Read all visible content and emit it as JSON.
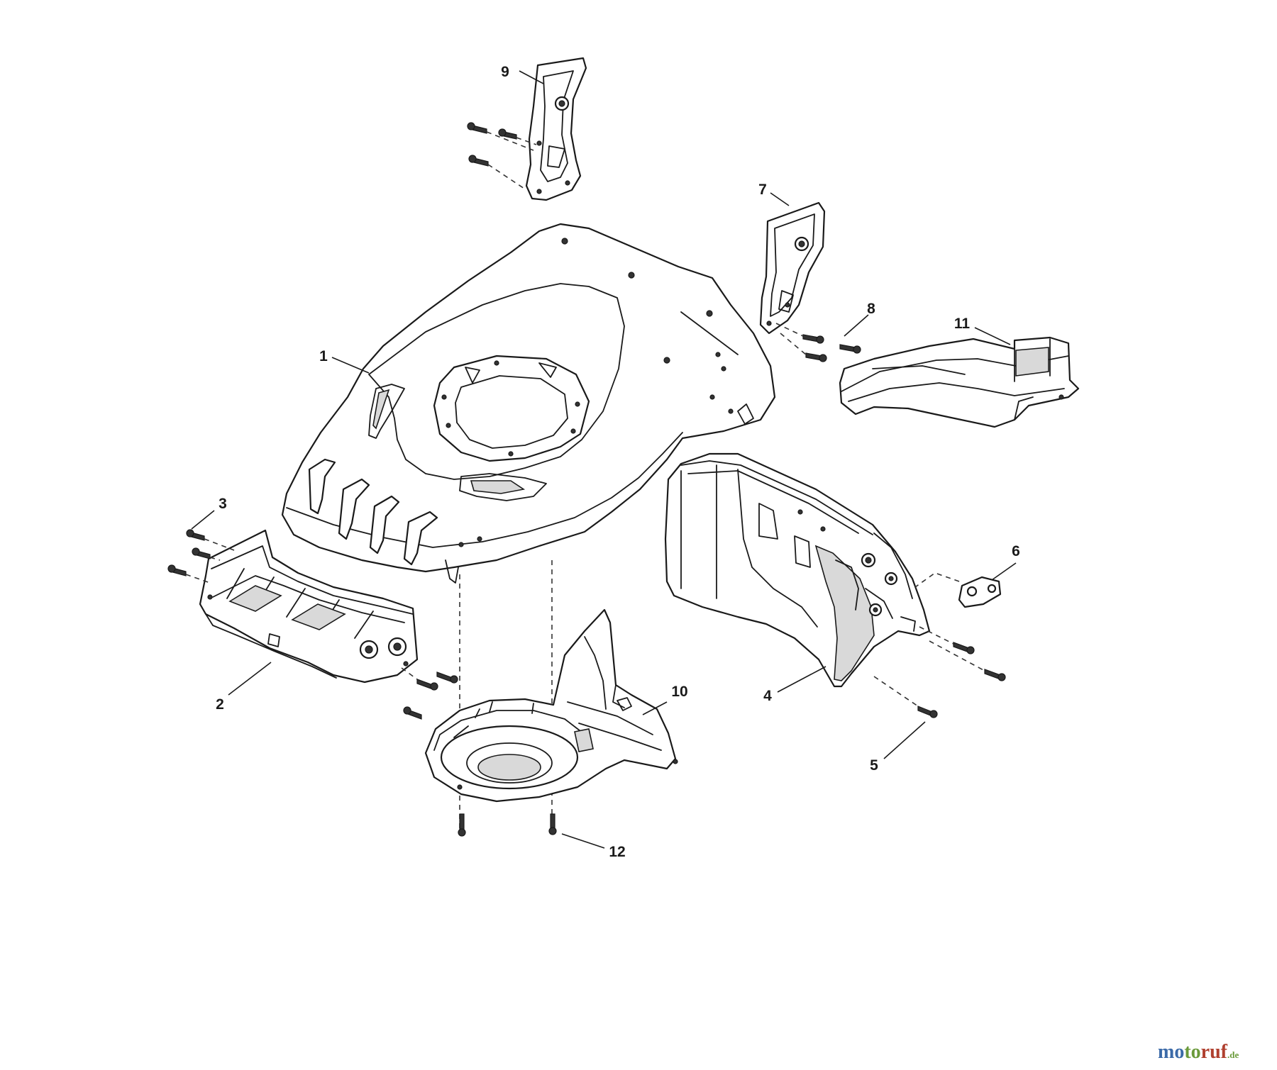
{
  "callouts": {
    "c1": "1",
    "c2": "2",
    "c3": "3",
    "c4": "4",
    "c5": "5",
    "c6": "6",
    "c7": "7",
    "c8": "8",
    "c9": "9",
    "c10": "10",
    "c11": "11",
    "c12": "12"
  },
  "watermark": {
    "part1": "mo",
    "part2": "to",
    "part3": "ruf",
    "suffix": ".de"
  }
}
